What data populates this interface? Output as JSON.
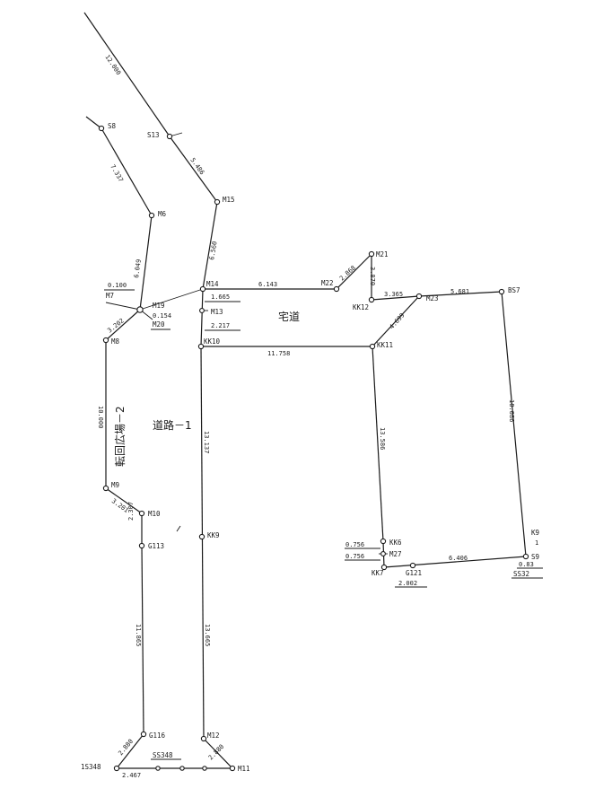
{
  "areas": {
    "road1": "道路－1",
    "road2": "転回広場－2",
    "residential": "宅道"
  },
  "stations": {
    "s13": "S13",
    "s8": "S8",
    "m15": "M15",
    "m6": "M6",
    "m14": "M14",
    "m22": "M22",
    "m21": "M21",
    "kk12": "KK12",
    "m23": "M23",
    "bs7": "BS7",
    "m7": "M7",
    "m19": "M19",
    "m20": "M20",
    "m13": "M13",
    "m8": "M8",
    "kk10": "KK10",
    "kk11": "KK11",
    "m9": "M9",
    "m10": "M10",
    "g113": "G113",
    "kk9": "KK9",
    "kk6": "KK6",
    "m27": "M27",
    "kk7": "KK7",
    "g121": "G121",
    "k9": "K9",
    "s9": "S9",
    "g116": "G116",
    "m12": "M12",
    "ss348": "SS348",
    "m11": "M11",
    "ts348": "1S348",
    "ss32": "SS32"
  },
  "distances": {
    "d12000": "12.000",
    "d7337": "7.337",
    "d5486": "5.486",
    "d6049": "6.049",
    "d6560": "6.560",
    "d6143": "6.143",
    "d2868": "2.868",
    "d3870": "3.870",
    "d3365": "3.365",
    "d5681": "5.681",
    "d0100": "0.100",
    "d1665": "1.665",
    "d0154": "0.154",
    "d3202": "3.202",
    "d2217": "2.217",
    "d11758": "11.758",
    "d4699": "4.699",
    "d10000": "10.000",
    "d13137": "13.137",
    "d13586": "13.586",
    "d18086": "18.086",
    "d3201": "3.201",
    "d2307": "2.307",
    "d0756a": "0.756",
    "d0756b": "0.756",
    "d2002": "2.002",
    "d6406": "6.406",
    "d1": "1",
    "d083": "0.83",
    "d11865": "11.865",
    "d13665": "13.665",
    "d2880a": "2.880",
    "d2880b": "2.880",
    "d2467": "2.467"
  }
}
